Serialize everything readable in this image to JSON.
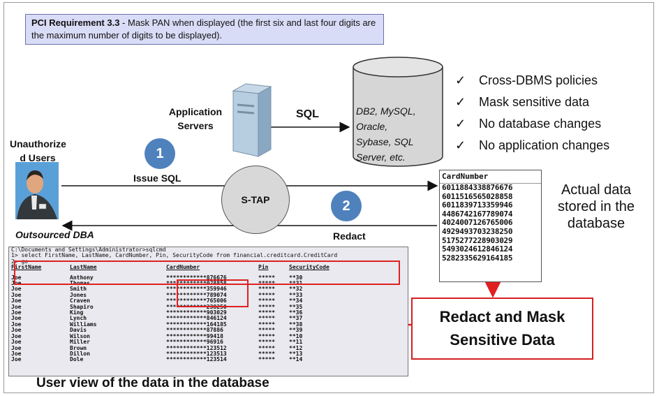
{
  "requirement": {
    "title": "PCI Requirement 3.3",
    "text": " - Mask PAN when displayed (the first six and last four digits are the maximum number of digits to be displayed)."
  },
  "app_servers": {
    "label_line1": "Application",
    "label_line2": "Servers"
  },
  "sql_label": "SQL",
  "database": {
    "lines": [
      "DB2, MySQL,",
      "Oracle,",
      "Sybase, SQL",
      "Server, etc."
    ]
  },
  "checks": {
    "items": [
      "Cross-DBMS policies",
      "Mask sensitive data",
      "No database changes",
      "No application changes"
    ]
  },
  "unauthorized": {
    "line1": "Unauthorize",
    "line2": "d Users"
  },
  "outsourced_dba": "Outsourced DBA",
  "steps": {
    "step1": "1",
    "step2": "2",
    "issue_sql": "Issue SQL",
    "redact": "Redact"
  },
  "stap_label": "S-TAP",
  "card_table": {
    "header": "CardNumber",
    "rows": [
      "6011884338876676",
      "6011516565028858",
      "6011839713359946",
      "4486742167789074",
      "4024007126765006",
      "4929493703238250",
      "5175277228903029",
      "5493024612846124",
      "5282335629164185"
    ]
  },
  "actual_note": "Actual data stored in the database",
  "console": {
    "line1": "C:\\Documents and Settings\\Administrator>sqlcmd",
    "line2": "1> select FirstName, LastName, CardNumber, Pin, SecurityCode from financial.creditcard.CreditCard",
    "line3": "2> go",
    "headers": [
      "FirstName",
      "LastName",
      "CardNumber",
      "Pin",
      "SecurityCode"
    ],
    "rows": [
      [
        "Joe",
        "Anthony",
        "************876676",
        "*****",
        "**30"
      ],
      [
        "Joe",
        "Thomas",
        "************028858",
        "*****",
        "**31"
      ],
      [
        "Joe",
        "Smith",
        "************359946",
        "*****",
        "**32"
      ],
      [
        "Joe",
        "Jones",
        "************789074",
        "*****",
        "**33"
      ],
      [
        "Joe",
        "Craven",
        "************765006",
        "*****",
        "**34"
      ],
      [
        "Joe",
        "Shapiro",
        "************238250",
        "*****",
        "**35"
      ],
      [
        "Joe",
        "King",
        "************903029",
        "*****",
        "**36"
      ],
      [
        "Joe",
        "Lynch",
        "************846124",
        "*****",
        "**37"
      ],
      [
        "Joe",
        "Williams",
        "************164185",
        "*****",
        "**38"
      ],
      [
        "Joe",
        "Davis",
        "************87886",
        "*****",
        "**39"
      ],
      [
        "Joe",
        "Wilson",
        "************99418",
        "*****",
        "**10"
      ],
      [
        "Joe",
        "Miller",
        "************96916",
        "*****",
        "**11"
      ],
      [
        "Joe",
        "Brown",
        "************123512",
        "*****",
        "**12"
      ],
      [
        "Joe",
        "Dillon",
        "************123513",
        "*****",
        "**13"
      ],
      [
        "Joe",
        "Dole",
        "************123514",
        "*****",
        "**14"
      ]
    ]
  },
  "redact_box": {
    "line1": "Redact and Mask",
    "line2": "Sensitive Data"
  },
  "user_view": "User view of the data in the database",
  "colors": {
    "step_circle": "#4f81bd",
    "highlight": "#e02020",
    "req_bg": "#d9dcf6"
  },
  "icons": {
    "server": "server-icon",
    "database": "database-cylinder-icon",
    "user": "user-avatar-icon",
    "check": "check-icon"
  }
}
